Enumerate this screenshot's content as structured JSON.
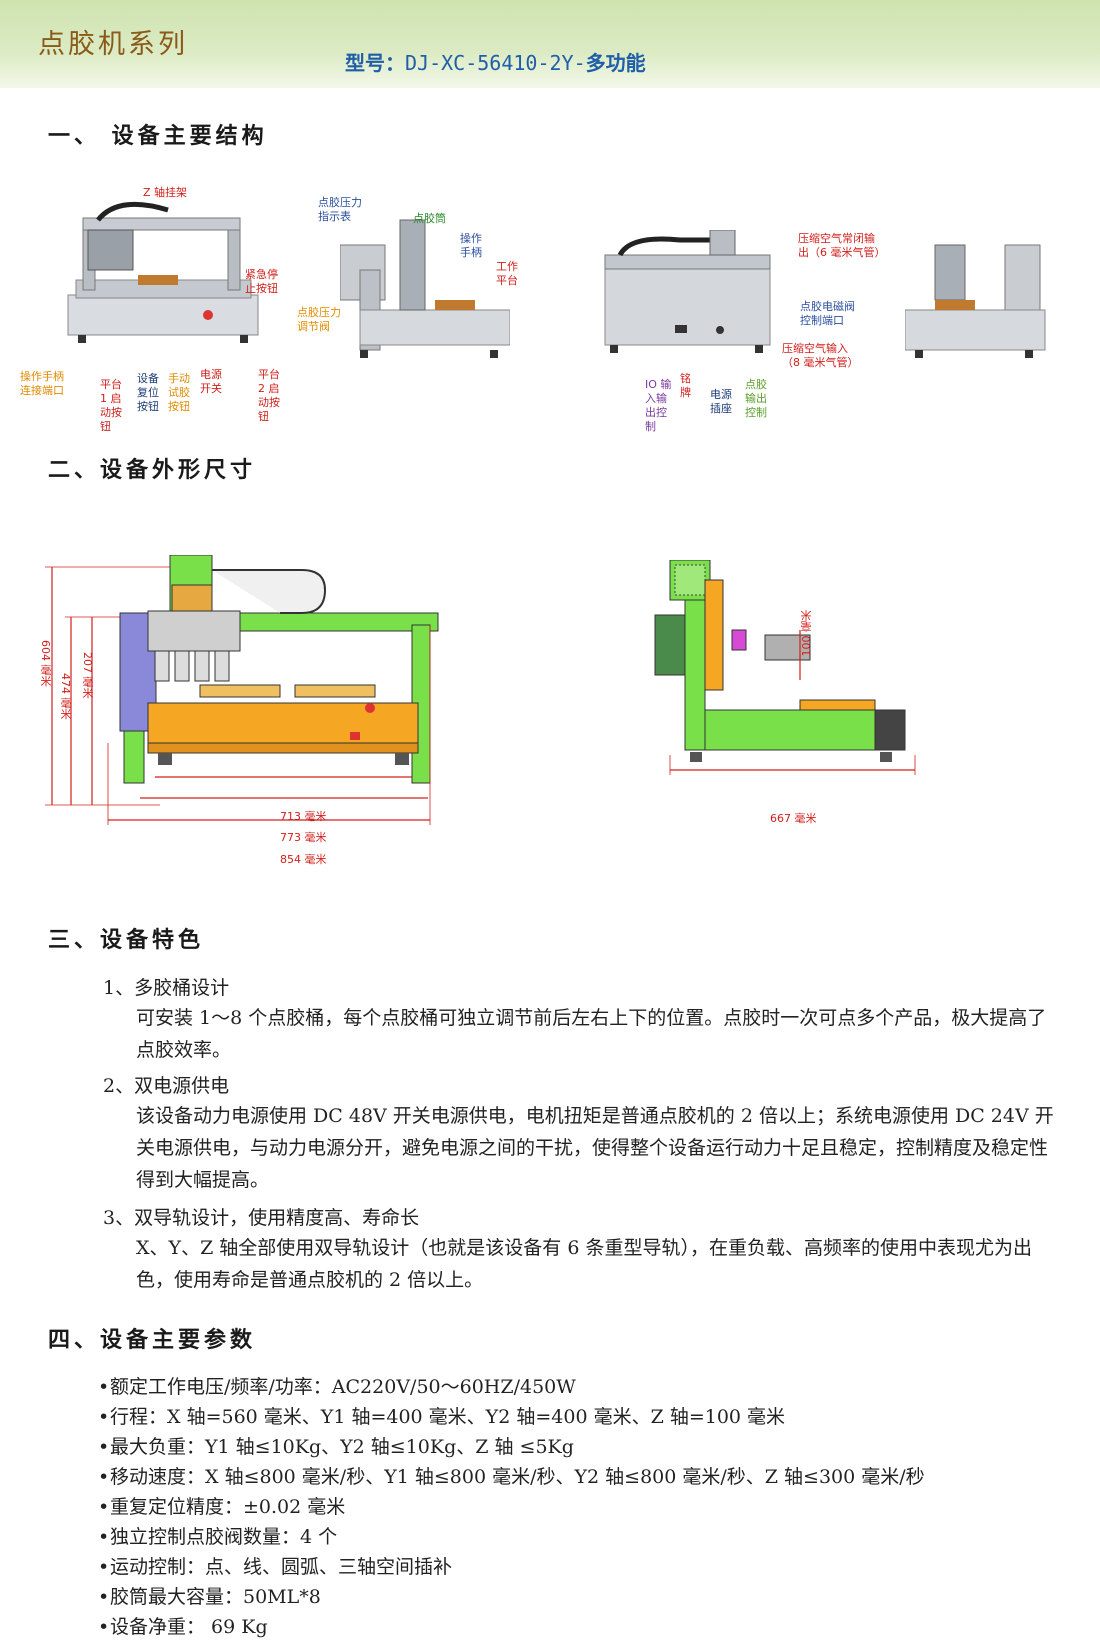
{
  "header": {
    "series": "点胶机系列",
    "model_label": "型号：",
    "model_code": "DJ-XC-56410-2Y-",
    "model_suffix": "多功能"
  },
  "sections": {
    "s1": "一、 设备主要结构",
    "s2": "二、设备外形尺寸",
    "s3": "三、设备特色",
    "s4": "四、设备主要参数"
  },
  "structure_labels": {
    "z_bracket": "Z 轴挂架",
    "emergency": "紧急停\n止按钮",
    "handle_port": "操作手柄\n连接端口",
    "platform1_btn": "平台\n1 启\n动按\n钮",
    "reset_btn": "设备\n复位\n按钮",
    "manual_btn": "手动\n试胶\n按钮",
    "power_switch": "电源\n开关",
    "platform2_btn": "平台\n2 启\n动按\n钮",
    "pressure_gauge": "点胶压力\n指示表",
    "glue_tube": "点胶筒",
    "handle": "操作\n手柄",
    "work_platform": "工作\n平台",
    "pressure_valve": "点胶压力\n调节阀",
    "air_closed_out": "压缩空气常闭输\n出（6 毫米气管）",
    "solenoid_port": "点胶电磁阀\n控制端口",
    "air_in": "压缩空气输入\n（8 毫米气管）",
    "io": "IO 输\n入输\n出控\n制",
    "nameplate": "铭\n牌",
    "power_socket": "电源\n插座",
    "glue_io": "点胶\n输出\n控制"
  },
  "dimensions": {
    "d604": "604 毫米",
    "d474": "474 毫米",
    "d207": "207 毫米",
    "d713": "713 毫米",
    "d773": "773 毫米",
    "d854": "854 毫米",
    "d100": "100 毫米",
    "d667": "667 毫米"
  },
  "features": [
    {
      "title": "1、多胶桶设计",
      "body": "可安装 1～8 个点胶桶，每个点胶桶可独立调节前后左右上下的位置。点胶时一次可点多个产品，极大提高了点胶效率。"
    },
    {
      "title": "2、双电源供电",
      "body": "该设备动力电源使用 DC 48V 开关电源供电，电机扭矩是普通点胶机的 2 倍以上；系统电源使用 DC 24V 开关电源供电，与动力电源分开，避免电源之间的干扰，使得整个设备运行动力十足且稳定，控制精度及稳定性得到大幅提高。"
    },
    {
      "title": "3、双导轨设计，使用精度高、寿命长",
      "body": "X、Y、Z 轴全部使用双导轨设计（也就是该设备有 6 条重型导轨），在重负载、高频率的使用中表现尤为出色，使用寿命是普通点胶机的 2 倍以上。"
    }
  ],
  "params": [
    "额定工作电压/频率/功率：AC220V/50～60HZ/450W",
    "行程：X 轴=560 毫米、Y1 轴=400 毫米、Y2 轴=400 毫米、Z 轴=100 毫米",
    "最大负重：Y1 轴≤10Kg、Y2 轴≤10Kg、Z 轴 ≤5Kg",
    "移动速度：X 轴≤800 毫米/秒、Y1 轴≤800 毫米/秒、Y2 轴≤800 毫米/秒、Z 轴≤300 毫米/秒",
    "重复定位精度：±0.02 毫米",
    "独立控制点胶阀数量：4 个",
    "运动控制：点、线、圆弧、三轴空间插补",
    "胶筒最大容量：50ML*8",
    "设备净重： 69 Kg"
  ]
}
